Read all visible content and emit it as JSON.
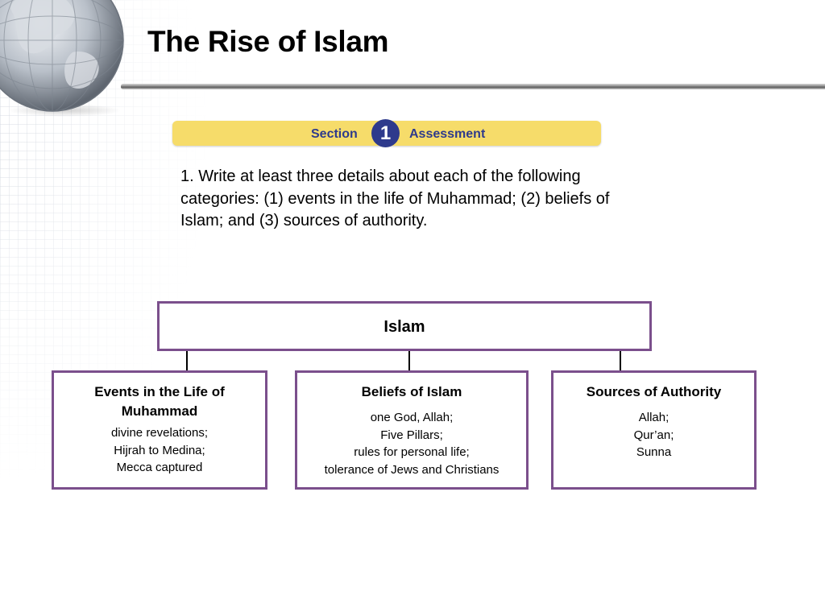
{
  "slide": {
    "title": "The Rise of Islam"
  },
  "assessment_bar": {
    "left_label": "Section",
    "number": "1",
    "right_label": "Assessment"
  },
  "question": "1. Write at least three details about each of the following categories: (1) events in the life of Muhammad; (2) beliefs of Islam; and (3) sources of authority.",
  "diagram": {
    "root": "Islam",
    "categories": [
      {
        "title": "Events in the Life of Muhammad",
        "items": [
          "divine revelations;",
          "Hijrah to Medina;",
          "Mecca captured"
        ]
      },
      {
        "title": "Beliefs of Islam",
        "items": [
          "one God, Allah;",
          "Five Pillars;",
          "rules for personal life;",
          "tolerance of Jews and Christians"
        ]
      },
      {
        "title": "Sources of Authority",
        "items": [
          "Allah;",
          "Qur’an;",
          "Sunna"
        ]
      }
    ]
  },
  "colors": {
    "box_border": "#7b4f8c",
    "assessment_bar": "#f6dc6a",
    "assessment_text": "#2e3a8c"
  },
  "icons": {
    "decoration": "globe-icon"
  }
}
